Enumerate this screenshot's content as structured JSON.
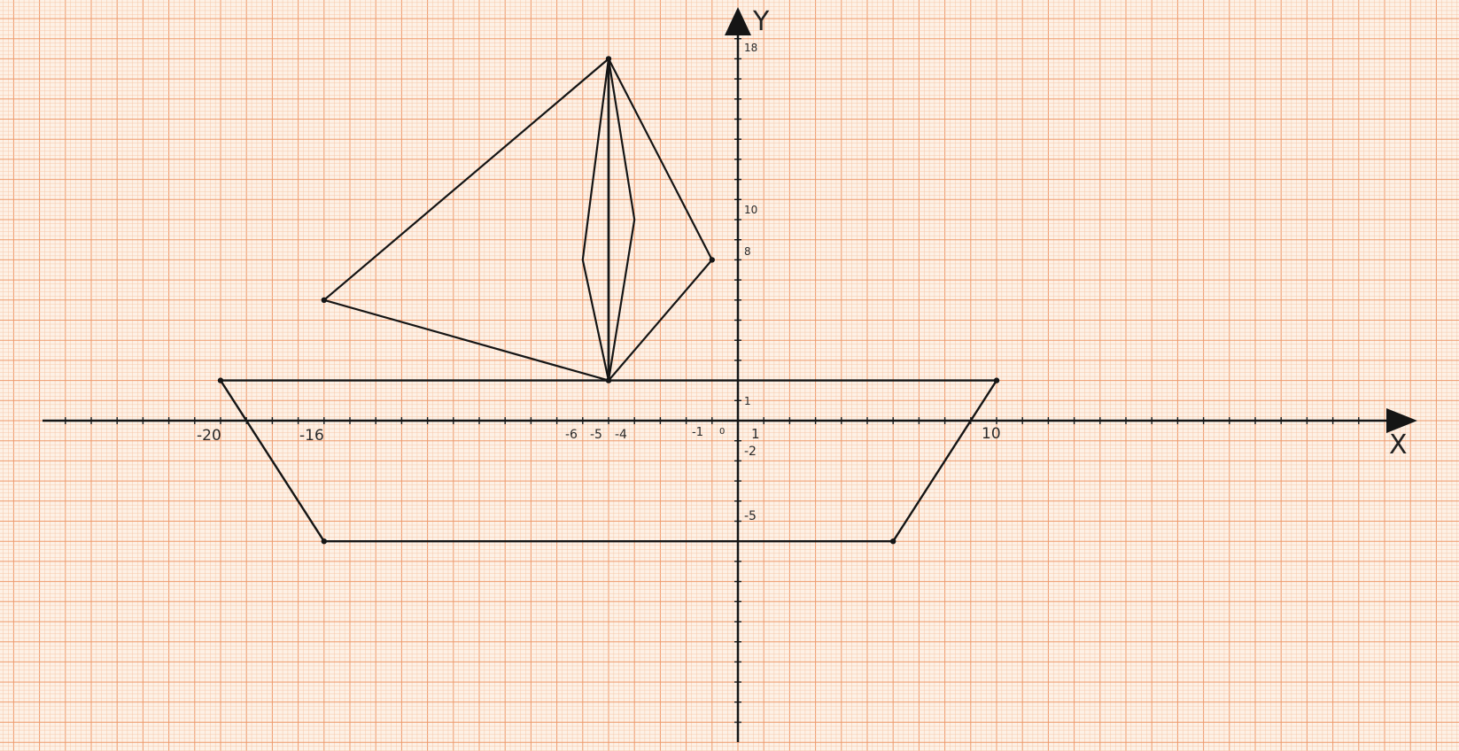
{
  "axes": {
    "x_name": "X",
    "y_name": "Y",
    "x_ticks": [
      "-20",
      "-16",
      "-6",
      "-5",
      "-4",
      "-1",
      "0",
      "1",
      "10"
    ],
    "y_ticks": [
      "18",
      "10",
      "8",
      "1",
      "-2",
      "-5"
    ]
  },
  "colors": {
    "paper": "#fdf1e6",
    "grid_minor": "#f6c7a8",
    "grid_major": "#ee9a6c",
    "ink": "#151515"
  },
  "figure": {
    "hull": [
      [
        -20,
        2
      ],
      [
        10,
        2
      ],
      [
        6,
        -6
      ],
      [
        -16,
        -6
      ]
    ],
    "left_sail": [
      [
        -5,
        18
      ],
      [
        -16,
        6
      ],
      [
        -5,
        2
      ]
    ],
    "right_sail": [
      [
        -5,
        18
      ],
      [
        -1,
        8
      ],
      [
        -5,
        2
      ]
    ],
    "mast": [
      [
        -5,
        18
      ],
      [
        -5,
        2
      ]
    ],
    "inner_diamond": [
      [
        -5,
        18
      ],
      [
        -6,
        8
      ],
      [
        -5,
        2
      ],
      [
        -4,
        10
      ]
    ]
  }
}
